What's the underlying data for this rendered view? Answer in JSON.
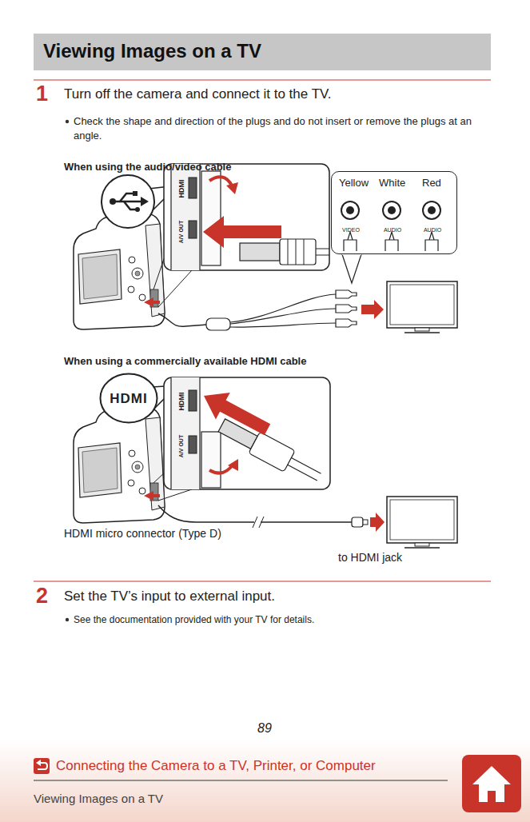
{
  "diagram": {
    "title": "Viewing Images on a TV",
    "nodes": [
      {
        "text": [
          "VIDEO",
          "AUDIO",
          "AUDIO"
        ]
      },
      {
        "text": [
          "HDMI"
        ]
      }
    ],
    "labels": [
      "1",
      "Turn off the camera and connect it to the TV.",
      "Check the shape and direction of the plugs and do not insert or remove the plugs at an angle.",
      "When using the audio/video cable",
      "Yellow",
      "White",
      "Red",
      "HDMI",
      "A/V OUT",
      "When using a commercially available HDMI cable",
      "HDMI",
      "A/V OUT",
      "HDMI micro connector (Type D)",
      "to HDMI jack",
      "2",
      "Set the TV’s input to external input.",
      "See the documentation provided with your TV for details.",
      "89",
      "Connecting the Camera to a TV, Printer, or Computer",
      "Viewing Images on a TV"
    ]
  }
}
